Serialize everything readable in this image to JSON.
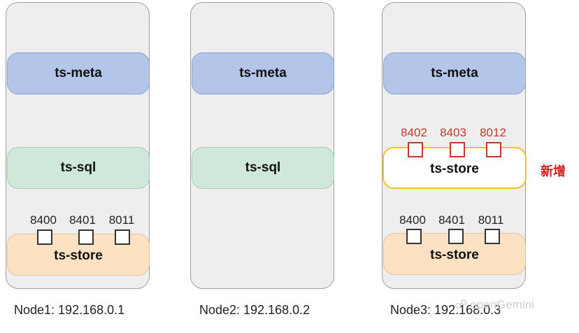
{
  "nodes": [
    {
      "label": "Node1: 192.168.0.1",
      "components": {
        "meta": "ts-meta",
        "sql": "ts-sql",
        "store": "ts-store"
      },
      "store_ports": [
        "8400",
        "8401",
        "8011"
      ]
    },
    {
      "label": "Node2: 192.168.0.2",
      "components": {
        "meta": "ts-meta",
        "sql": "ts-sql"
      }
    },
    {
      "label": "Node3: 192.168.0.3",
      "components": {
        "meta": "ts-meta",
        "new_store": "ts-store",
        "store": "ts-store"
      },
      "new_store_ports": [
        "8402",
        "8403",
        "8012"
      ],
      "store_ports": [
        "8400",
        "8401",
        "8011"
      ]
    }
  ],
  "new_label": "新增",
  "watermark": "openGemini",
  "watermark_icon": "wechat-icon",
  "colors": {
    "meta_fill": "#b4c5ea",
    "sql_fill": "#cfe8d9",
    "store_fill": "#fde1c3",
    "new_store_border": "#f4c02a",
    "new_accent": "#c0392b"
  }
}
